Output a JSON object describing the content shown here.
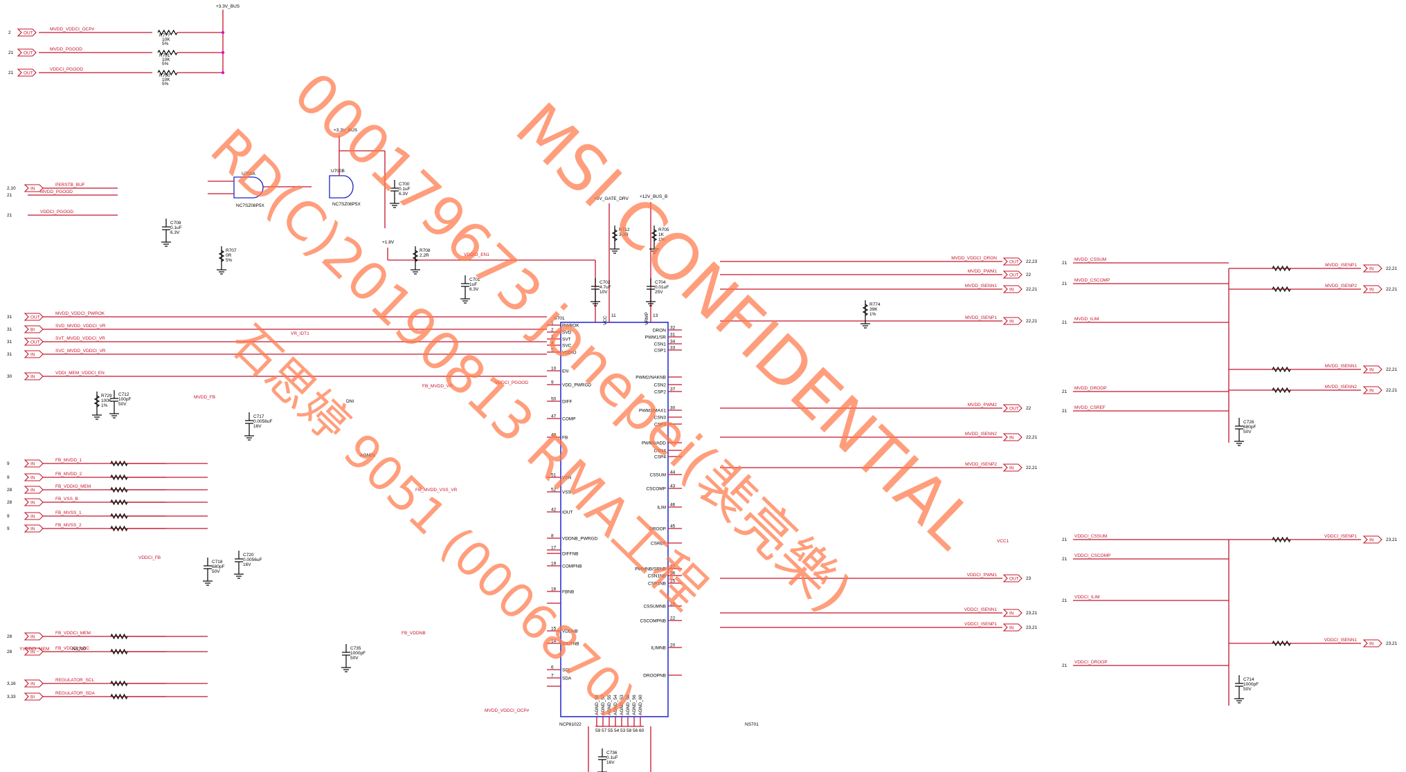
{
  "rails": {
    "v33_bus": "+3.3V_BUS",
    "v5_gate": "+5V_GATE_DRV",
    "v12_bus": "+12V_BUS_B",
    "v18": "+1.8V"
  },
  "main_ic": {
    "ref": "U701",
    "part": "NCP81022",
    "left_pins": [
      {
        "num": "1",
        "name": "PWROK"
      },
      {
        "num": "2",
        "name": "SVD"
      },
      {
        "num": "3",
        "name": "SVT"
      },
      {
        "num": "4",
        "name": "SVC"
      },
      {
        "num": "5",
        "name": "VDDIO"
      },
      {
        "num": "10",
        "name": "EN"
      },
      {
        "num": "9",
        "name": "VDD_PWRGD"
      },
      {
        "num": "50",
        "name": "DIFF"
      },
      {
        "num": "47",
        "name": "COMP"
      },
      {
        "num": "48",
        "name": "FB"
      },
      {
        "num": "51",
        "name": "VSN"
      },
      {
        "num": "52",
        "name": "VSS"
      },
      {
        "num": "42",
        "name": "IOUT"
      },
      {
        "num": "17",
        "name": ""
      },
      {
        "num": "8",
        "name": "VDDNB_PWRGD"
      },
      {
        "num": "",
        "name": "DIFFNB"
      },
      {
        "num": "19",
        "name": "COMPNB"
      },
      {
        "num": "16",
        "name": "FBNB"
      },
      {
        "num": "",
        "name": ""
      },
      {
        "num": "15",
        "name": "VDDNB"
      },
      {
        "num": "14",
        "name": "IOUTNB"
      },
      {
        "num": "6",
        "name": "SCL"
      },
      {
        "num": "7",
        "name": "SDA"
      },
      {
        "num": "",
        "name": ""
      }
    ],
    "right_pins": [
      {
        "num": "32",
        "name": "DRON"
      },
      {
        "num": "31",
        "name": "PWM1/SR"
      },
      {
        "num": "34",
        "name": "CSN1"
      },
      {
        "num": "33",
        "name": "CSP1"
      },
      {
        "num": "",
        "name": "PWM2/NAKNB"
      },
      {
        "num": "",
        "name": "CSN2"
      },
      {
        "num": "37",
        "name": "CSP2"
      },
      {
        "num": "30",
        "name": "PWM3/MAX1"
      },
      {
        "num": "",
        "name": "CSN3"
      },
      {
        "num": "",
        "name": "CSP3"
      },
      {
        "num": "",
        "name": "PWM4/ADD"
      },
      {
        "num": "",
        "name": "CSN4"
      },
      {
        "num": "",
        "name": "CSP4"
      },
      {
        "num": "44",
        "name": "CSSUM"
      },
      {
        "num": "43",
        "name": "CSCOMP"
      },
      {
        "num": "46",
        "name": "ILIM"
      },
      {
        "num": "45",
        "name": "DROOP"
      },
      {
        "num": "",
        "name": "CSREF"
      },
      {
        "num": "27",
        "name": "PWMNB/SRNB"
      },
      {
        "num": "26",
        "name": "CSN1NB"
      },
      {
        "num": "25",
        "name": "CSP1NB"
      },
      {
        "num": "24",
        "name": "CSSUMNB"
      },
      {
        "num": "22",
        "name": "CSCOMPNB"
      },
      {
        "num": "20",
        "name": "ILIMNB"
      },
      {
        "num": "",
        "name": "DROOPNB"
      }
    ],
    "top_pins": [
      "VCC",
      "VRMP"
    ],
    "top_pin_nums": [
      "11",
      "13"
    ],
    "bottom_pins": [
      "AGND_59",
      "AGND_57",
      "AGND_55",
      "AGND_54",
      "AGND_53",
      "AGND_58",
      "AGND_56",
      "AGND_60"
    ],
    "bottom_pin_nums": [
      "59",
      "57",
      "55",
      "54",
      "53",
      "58",
      "56",
      "60"
    ]
  },
  "logic_gates": {
    "and_gate": {
      "ref": "U700A",
      "part": "NC7SZ08P5X"
    },
    "buffer": {
      "ref": "U700B",
      "part": "NC7SZ08P5X"
    }
  },
  "top_left_signals": [
    {
      "port": "OUT",
      "page": "2",
      "net": "MVDD_VDDCI_OCP#",
      "ref": "R7??",
      "val": "10K",
      "tol": "5%"
    },
    {
      "port": "OUT",
      "page": "21",
      "net": "MVDD_PGOOD",
      "ref": "R701",
      "val": "10K",
      "tol": "5%"
    },
    {
      "port": "OUT",
      "page": "21",
      "net": "VDDCI_PGOOD",
      "ref": "R700",
      "val": "10K",
      "tol": "5%"
    }
  ],
  "left_ports": [
    {
      "page": "2,10",
      "dir": "IN",
      "net": "PERSTB_BUF"
    },
    {
      "page": "21",
      "dir": "",
      "net": "MVDD_PGOOD"
    },
    {
      "page": "21",
      "dir": "",
      "net": "VDDCI_PGOOD"
    },
    {
      "page": "31",
      "dir": "OUT",
      "net": "MVDD_VDDCI_PWROK"
    },
    {
      "page": "31",
      "dir": "BI",
      "net": "SVD_MVDD_VDDCI_VR"
    },
    {
      "page": "31",
      "dir": "OUT",
      "net": "SVT_MVDD_VDDCI_VR"
    },
    {
      "page": "31",
      "dir": "IN",
      "net": "SVC_MVDD_VDDCI_VR"
    },
    {
      "page": "30",
      "dir": "IN",
      "net": "VDDI_MEM_VDDCI_EN"
    },
    {
      "page": "9",
      "dir": "IN",
      "net": "FB_MVDD_1"
    },
    {
      "page": "9",
      "dir": "IN",
      "net": "FB_MVDD_2"
    },
    {
      "page": "28",
      "dir": "IN",
      "net": "FB_VDDIO_MEM"
    },
    {
      "page": "28",
      "dir": "IN",
      "net": "FB_VSS_B"
    },
    {
      "page": "9",
      "dir": "IN",
      "net": "FB_MVSS_1"
    },
    {
      "page": "9",
      "dir": "IN",
      "net": "FB_MVSS_2"
    },
    {
      "page": "28",
      "dir": "IN",
      "net": "FB_VDDCI_MEM"
    },
    {
      "page": "28",
      "dir": "IN",
      "net": "FB_VDDCI_LOC"
    },
    {
      "page": "3,16",
      "dir": "IN",
      "net": "REGULATOR_SCL"
    },
    {
      "page": "3,33",
      "dir": "BI",
      "net": "REGULATOR_SDA"
    }
  ],
  "right_ports": [
    {
      "dir": "OUT",
      "page": "22,23",
      "net": "MVDD_VDDCI_DRON"
    },
    {
      "dir": "OUT",
      "page": "22",
      "net": "MVDD_PWM1"
    },
    {
      "dir": "IN",
      "page": "22,21",
      "net": "MVDD_ISENN1"
    },
    {
      "dir": "IN",
      "page": "22,21",
      "net": "MVDD_ISENP1"
    },
    {
      "dir": "OUT",
      "page": "22",
      "net": "MVDD_PWM2"
    },
    {
      "dir": "IN",
      "page": "22,21",
      "net": "MVDD_ISENN2"
    },
    {
      "dir": "IN",
      "page": "22,21",
      "net": "MVDD_ISENP2"
    },
    {
      "dir": "OUT",
      "page": "23",
      "net": "VDDCI_PWM1"
    },
    {
      "dir": "IN",
      "page": "23,21",
      "net": "VDDCI_ISENN1"
    },
    {
      "dir": "IN",
      "page": "23,21",
      "net": "VDDCI_ISENP1"
    }
  ],
  "far_right_ports": [
    {
      "dir": "IN",
      "page": "22,21",
      "net": "MVDD_ISENP1"
    },
    {
      "dir": "IN",
      "page": "22,21",
      "net": "MVDD_ISENP2"
    },
    {
      "dir": "IN",
      "page": "22,21",
      "net": "MVDD_ISENN1"
    },
    {
      "dir": "IN",
      "page": "22,21",
      "net": "MVDD_ISENN2"
    },
    {
      "dir": "IN",
      "page": "23,21",
      "net": "VDDCI_ISENP1"
    },
    {
      "dir": "IN",
      "page": "23,21",
      "net": "VDDCI_ISENN1"
    }
  ],
  "csnet_labels": {
    "mvdd": [
      "MVDD_CSSUM",
      "MVDD_CSCOMP",
      "MVDD_ILIM",
      "MVDD_DROOP",
      "MVDD_CSREF"
    ],
    "vddci": [
      "VDDCI_CSSUM",
      "VDDCI_CSCOMP",
      "VDDCI_ILIM",
      "VDDCI_DROOP"
    ]
  },
  "misc_nets": [
    "VR_IDT1",
    "MVDD_FB",
    "VDDCI_FB",
    "VDDCI_PGOOD",
    "FB_MVDD_VR",
    "FB_MVDD_VSS_VR",
    "FB_VDDNB",
    "VDDIO_EN1",
    "VCC1",
    "MVDD_VDDCI_OCP#",
    "YVDDCI_MEM",
    "NS700",
    "NS701",
    "AGND1",
    "DNI"
  ],
  "components": [
    {
      "ref": "C708",
      "val": "0.1uF",
      "v": "6.3V"
    },
    {
      "ref": "C700",
      "val": "0.1uF",
      "v": "6.3V"
    },
    {
      "ref": "R707",
      "val": "0R",
      "tol": "5%"
    },
    {
      "ref": "R708",
      "val": "2.2R",
      "tol": ""
    },
    {
      "ref": "C701",
      "val": "1uF",
      "v": "6.3V"
    },
    {
      "ref": "C702",
      "val": "4.7uF",
      "v": "10V"
    },
    {
      "ref": "C704",
      "val": "0.01uF",
      "v": "25V"
    },
    {
      "ref": "R712",
      "val": "3.3R",
      "tol": ""
    },
    {
      "ref": "R705",
      "val": "1K",
      "tol": "1%"
    },
    {
      "ref": "R729",
      "val": "100K",
      "tol": "1%"
    },
    {
      "ref": "C712",
      "val": "100pF",
      "v": "50V"
    },
    {
      "ref": "C717",
      "val": "0.0056uF",
      "v": "16V"
    },
    {
      "ref": "C718",
      "val": "680pF",
      "v": "50V"
    },
    {
      "ref": "C720",
      "val": "0.0056uF",
      "v": "16V"
    },
    {
      "ref": "C726",
      "val": "680pF",
      "v": "50V"
    },
    {
      "ref": "C714",
      "val": "1000pF",
      "v": "50V"
    },
    {
      "ref": "C735",
      "val": "1000pF",
      "v": "50V"
    },
    {
      "ref": "C736",
      "val": "0.1uF",
      "v": "16V"
    },
    {
      "ref": "R774",
      "val": "39K",
      "tol": "1%"
    }
  ],
  "watermark": {
    "line1": "MSI CONFIDENTIAL",
    "line2": "000179673 jonepei(裴亮樂)",
    "line3": "RD(C)20190813 RMA工程",
    "line4": "石思婷 9051 (0006870)"
  }
}
